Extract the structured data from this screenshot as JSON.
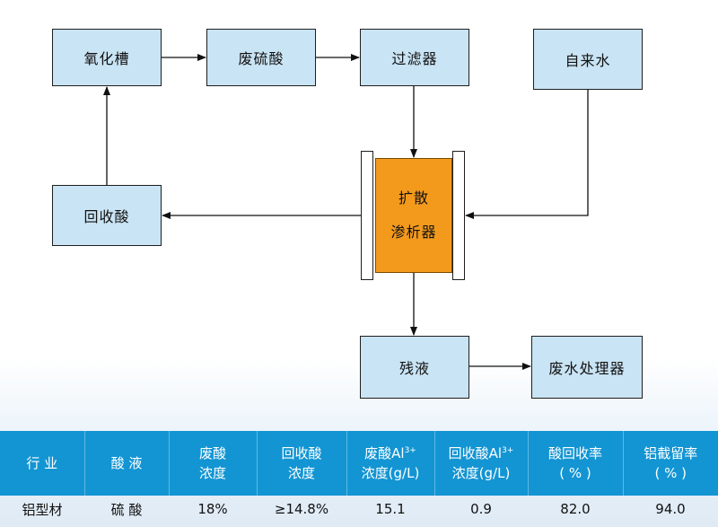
{
  "diagram": {
    "oxidation_tank": "氧化槽",
    "waste_acid": "废硫酸",
    "filter": "过滤器",
    "tap_water": "自来水",
    "recovered_acid": "回收酸",
    "dialyzer_line1": "扩散",
    "dialyzer_line2": "渗析器",
    "residue": "残液",
    "wastewater_treatment": "废水处理器"
  },
  "table": {
    "headers": [
      {
        "line1": "行 业",
        "line2": ""
      },
      {
        "line1": "酸 液",
        "line2": ""
      },
      {
        "line1": "废酸",
        "line2": "浓度"
      },
      {
        "line1": "回收酸",
        "line2": "浓度"
      },
      {
        "line1": "废酸Al",
        "sup": "3+",
        "line2": "浓度(g/L)"
      },
      {
        "line1": "回收酸Al",
        "sup": "3+",
        "line2": "浓度(g/L)"
      },
      {
        "line1": "酸回收率",
        "line2": "( % )"
      },
      {
        "line1": "铝截留率",
        "line2": "( % )"
      }
    ],
    "rows": [
      [
        "铝型材",
        "硫 酸",
        "18%",
        "≥14.8%",
        "15.1",
        "0.9",
        "82.0",
        "94.0"
      ]
    ]
  }
}
